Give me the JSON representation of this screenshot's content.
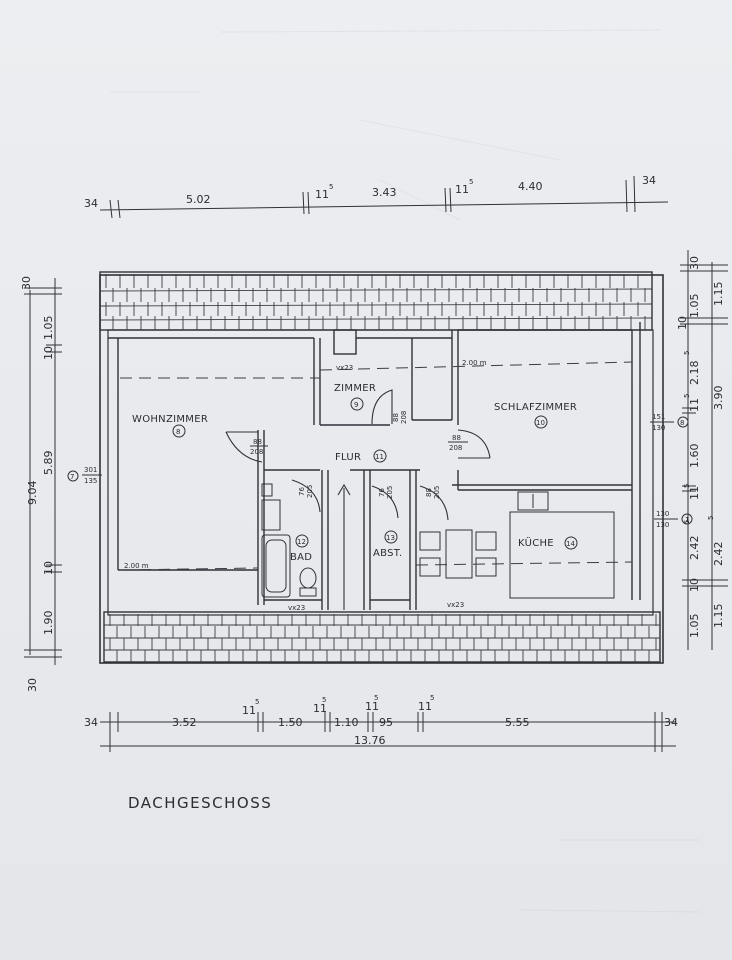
{
  "title": "DACHGESCHOSS",
  "rooms": [
    {
      "key": "wohnzimmer",
      "name": "WOHNZIMMER",
      "number": "8"
    },
    {
      "key": "zimmer",
      "name": "ZIMMER",
      "number": "9"
    },
    {
      "key": "schlafzimmer",
      "name": "SCHLAFZIMMER",
      "number": "10"
    },
    {
      "key": "flur",
      "name": "FLUR",
      "number": "11"
    },
    {
      "key": "bad",
      "name": "BAD",
      "number": "12"
    },
    {
      "key": "abst",
      "name": "ABST.",
      "number": "13"
    },
    {
      "key": "kueche",
      "name": "KÜCHE",
      "number": "14"
    }
  ],
  "window_markers": [
    {
      "number": "7",
      "top": "301",
      "bottom": "135"
    },
    {
      "number": "8",
      "top": "151",
      "bottom": "130"
    },
    {
      "number": "1",
      "top": "130",
      "bottom": "130"
    }
  ],
  "door_labels": [
    {
      "top": "88",
      "bottom": "208"
    },
    {
      "top": "88",
      "bottom": "208"
    },
    {
      "top": "88",
      "bottom": "208"
    },
    {
      "top": "76",
      "bottom": "205"
    },
    {
      "top": "76",
      "bottom": "205"
    },
    {
      "top": "88",
      "bottom": "205"
    }
  ],
  "height_notes": [
    "2.00 m",
    "2.00 m",
    "vx23",
    "vx23",
    "vx23"
  ],
  "dims_top": [
    "34",
    "5.02",
    "11",
    "5",
    "3.43",
    "11",
    "5",
    "4.40",
    "34"
  ],
  "dims_bottom": [
    "34",
    "3.52",
    "11",
    "5",
    "1.50",
    "11",
    "5",
    "1.10",
    "11",
    "5",
    "95",
    "11",
    "5",
    "5.55",
    "34"
  ],
  "dim_bottom_total": "13.76",
  "dims_left_outer": "9.04",
  "dims_left_inner": [
    "30",
    "1.05",
    "10",
    "5.89",
    "10",
    "1.90",
    "30"
  ],
  "dims_right_inner": [
    "30",
    "1.05",
    "10",
    "2.18",
    "5",
    "11",
    "5",
    "1.60",
    "11",
    "5",
    "2.42",
    "5",
    "10",
    "1.05"
  ],
  "dims_right_outer": [
    "1.15",
    "3.90",
    "2.42",
    "5",
    "1.15"
  ]
}
